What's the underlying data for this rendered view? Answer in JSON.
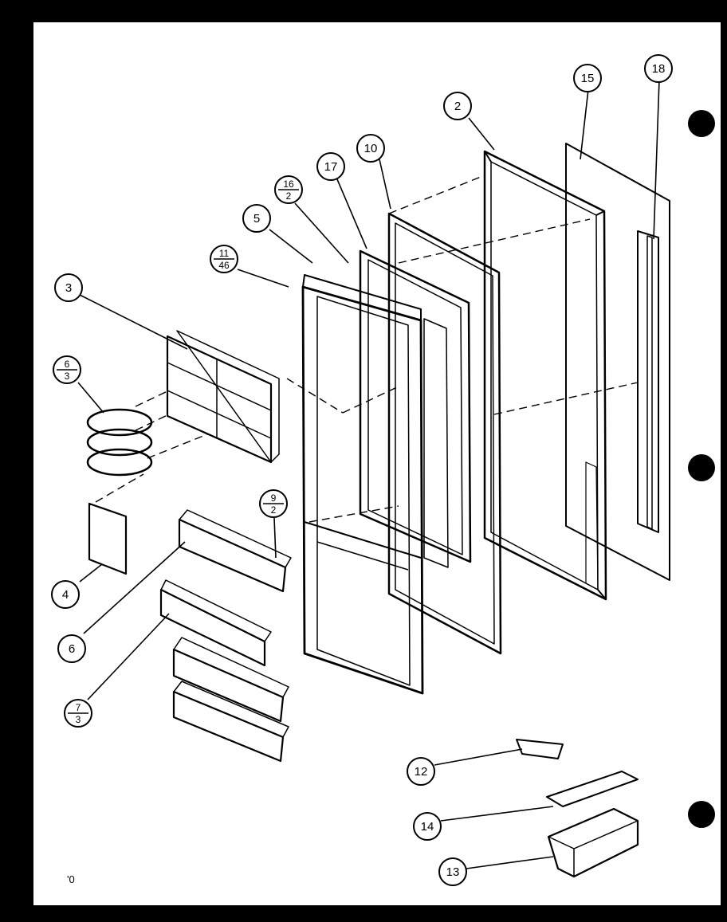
{
  "diagram": {
    "callouts": {
      "c1": "2",
      "c2": "15",
      "c3": "18",
      "c4": "10",
      "c5": "17",
      "c6": "5",
      "c7": "3",
      "c8": "4",
      "c9": "6",
      "c10": "12",
      "c11": "14",
      "c12": "13"
    },
    "fraction_callouts": {
      "f1": {
        "top": "16",
        "bottom": "2"
      },
      "f2": {
        "top": "11",
        "bottom": "46"
      },
      "f3": {
        "top": "6",
        "bottom": "3"
      },
      "f4": {
        "top": "9",
        "bottom": "2"
      },
      "f5": {
        "top": "7",
        "bottom": "3"
      }
    },
    "corner_mark": "'0"
  }
}
